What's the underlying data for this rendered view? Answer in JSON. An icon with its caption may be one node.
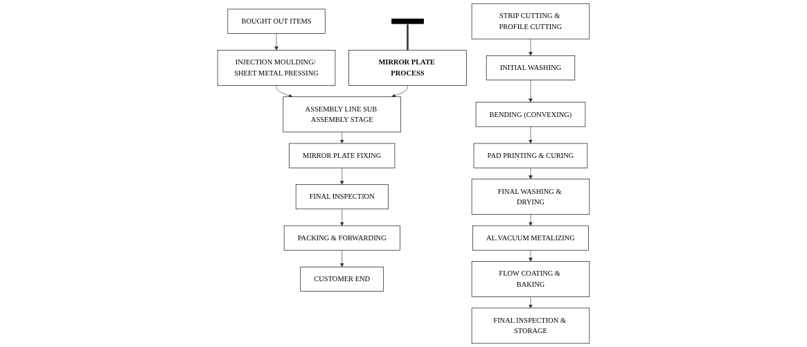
{
  "diagram": {
    "nodes": [
      {
        "text": [
          "BOUGHT OUT ITEMS"
        ]
      },
      {
        "text": [
          "INJECTION MOULDING/ SHEET METAL PRESSING"
        ]
      },
      {
        "text": [
          "ASSEMBLY LINE SUB ASSEMBLY STAGE"
        ]
      },
      {
        "text": [
          "MIRROR PLATE FIXING"
        ]
      },
      {
        "text": [
          "FINAL INSPECTION"
        ]
      },
      {
        "text": [
          "PACKING & FORWARDING"
        ]
      },
      {
        "text": [
          "CUSTOMER END"
        ]
      },
      {
        "text": [
          "MIRROR PLATE PROCESS"
        ]
      },
      {
        "text": [],
        "shape": "bar"
      },
      {
        "text": [
          "STRIP CUTTING & PROFILE CUTTING"
        ]
      },
      {
        "text": [
          "INITIAL WASHING"
        ]
      },
      {
        "text": [
          "BENDING (CONVEXING)"
        ]
      },
      {
        "text": [
          "PAD PRINTING & CURING"
        ]
      },
      {
        "text": [
          "FINAL WASHING & DRYING"
        ]
      },
      {
        "text": [
          "AL.VACUUM METALIZING"
        ]
      },
      {
        "text": [
          "FLOW COATING & BAKING"
        ]
      },
      {
        "text": [
          "FINAL INSPECTION & STORAGE"
        ]
      }
    ],
    "edges": [
      {
        "from": 0,
        "to": 1,
        "arrow": "to"
      },
      {
        "from": 1,
        "to": 2,
        "arrow": "to"
      },
      {
        "from": 2,
        "to": 3,
        "arrow": "to"
      },
      {
        "from": 3,
        "to": 4,
        "arrow": "to"
      },
      {
        "from": 4,
        "to": 5,
        "arrow": "to"
      },
      {
        "from": 5,
        "to": 6,
        "arrow": "to"
      },
      {
        "from": 7,
        "to": 2,
        "arrow": "to"
      },
      {
        "from": 8,
        "to": 7,
        "arrow": "none",
        "style": "thick"
      },
      {
        "from": 9,
        "to": 10,
        "arrow": "to"
      },
      {
        "from": 10,
        "to": 11,
        "arrow": "to"
      },
      {
        "from": 11,
        "to": 12,
        "arrow": "to"
      },
      {
        "from": 12,
        "to": 13,
        "arrow": "to"
      },
      {
        "from": 13,
        "to": 14,
        "arrow": "to"
      },
      {
        "from": 14,
        "to": 15,
        "arrow": "to"
      },
      {
        "from": 15,
        "to": 16,
        "arrow": "to"
      }
    ]
  }
}
